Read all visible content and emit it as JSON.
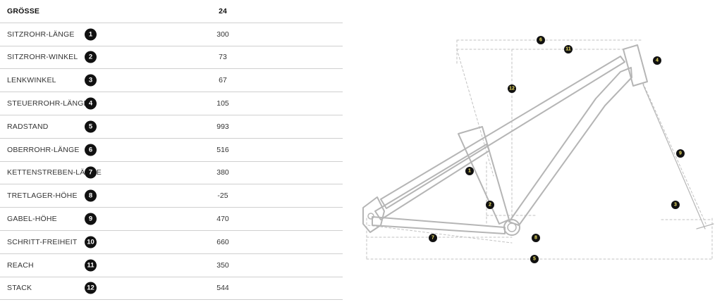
{
  "header": {
    "size_label": "GRÖSSE",
    "size_value": "24"
  },
  "rows": [
    {
      "label": "SITZROHR-LÄNGE",
      "num": "1",
      "value": "300"
    },
    {
      "label": "SITZROHR-WINKEL",
      "num": "2",
      "value": "73"
    },
    {
      "label": "LENKWINKEL",
      "num": "3",
      "value": "67"
    },
    {
      "label": "STEUERROHR-LÄNGE",
      "num": "4",
      "value": "105"
    },
    {
      "label": "RADSTAND",
      "num": "5",
      "value": "993"
    },
    {
      "label": "OBERROHR-LÄNGE",
      "num": "6",
      "value": "516"
    },
    {
      "label": "KETTENSTREBEN-LÄNGE",
      "num": "7",
      "value": "380"
    },
    {
      "label": "TRETLAGER-HÖHE",
      "num": "8",
      "value": "-25"
    },
    {
      "label": "GABEL-HÖHE",
      "num": "9",
      "value": "470"
    },
    {
      "label": "SCHRITT-FREIHEIT",
      "num": "10",
      "value": "660"
    },
    {
      "label": "REACH",
      "num": "11",
      "value": "350"
    },
    {
      "label": "STACK",
      "num": "12",
      "value": "544"
    }
  ],
  "diagram": {
    "markers": [
      "6",
      "11",
      "4",
      "12",
      "1",
      "9",
      "2",
      "3",
      "7",
      "8",
      "5"
    ],
    "colors": {
      "frame": "#b5b5b5",
      "dim_line": "#c2c2c2",
      "marker_bg": "#111111",
      "marker_text": "#f5e663"
    }
  }
}
